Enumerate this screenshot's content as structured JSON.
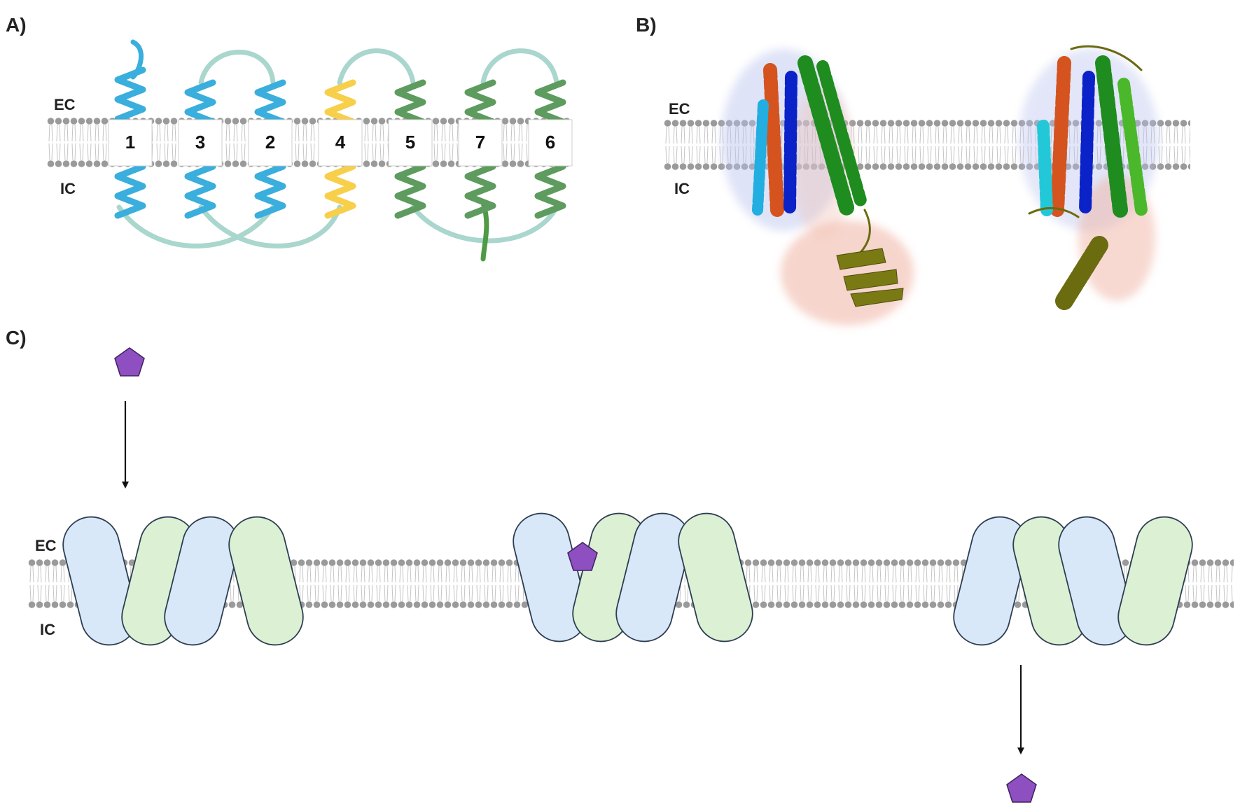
{
  "panels": {
    "a": {
      "label": "A)",
      "ec_label": "EC",
      "ic_label": "IC",
      "helices": [
        {
          "number": "1",
          "color": "#3aaedc"
        },
        {
          "number": "3",
          "color": "#3aaedc"
        },
        {
          "number": "2",
          "color": "#3aaedc"
        },
        {
          "number": "4",
          "color": "#f7cf4a"
        },
        {
          "number": "5",
          "color": "#5e9b5e"
        },
        {
          "number": "7",
          "color": "#5e9b5e"
        },
        {
          "number": "6",
          "color": "#5e9b5e"
        }
      ],
      "loop_color": "#a9d6cd"
    },
    "b": {
      "label": "B)",
      "ec_label": "EC",
      "ic_label": "IC",
      "structures": [
        {
          "name": "structure-left",
          "colors": [
            "#d4531f",
            "#0a22c8",
            "#22aee0",
            "#1f8c1f",
            "#6b6b10"
          ]
        },
        {
          "name": "structure-right",
          "colors": [
            "#d4531f",
            "#0a22c8",
            "#22c8d8",
            "#1f8c1f",
            "#6b6b10"
          ]
        }
      ]
    },
    "c": {
      "label": "C)",
      "ec_label": "EC",
      "ic_label": "IC",
      "helix_colors": {
        "blue": "#d8e8f8",
        "green": "#dcf1d4",
        "outline": "#2e3e52"
      },
      "ligand_color": "#8e4fc0",
      "states": [
        "outward-open",
        "occluded",
        "inward-open"
      ]
    }
  },
  "membrane_color": "#9a9a9a"
}
